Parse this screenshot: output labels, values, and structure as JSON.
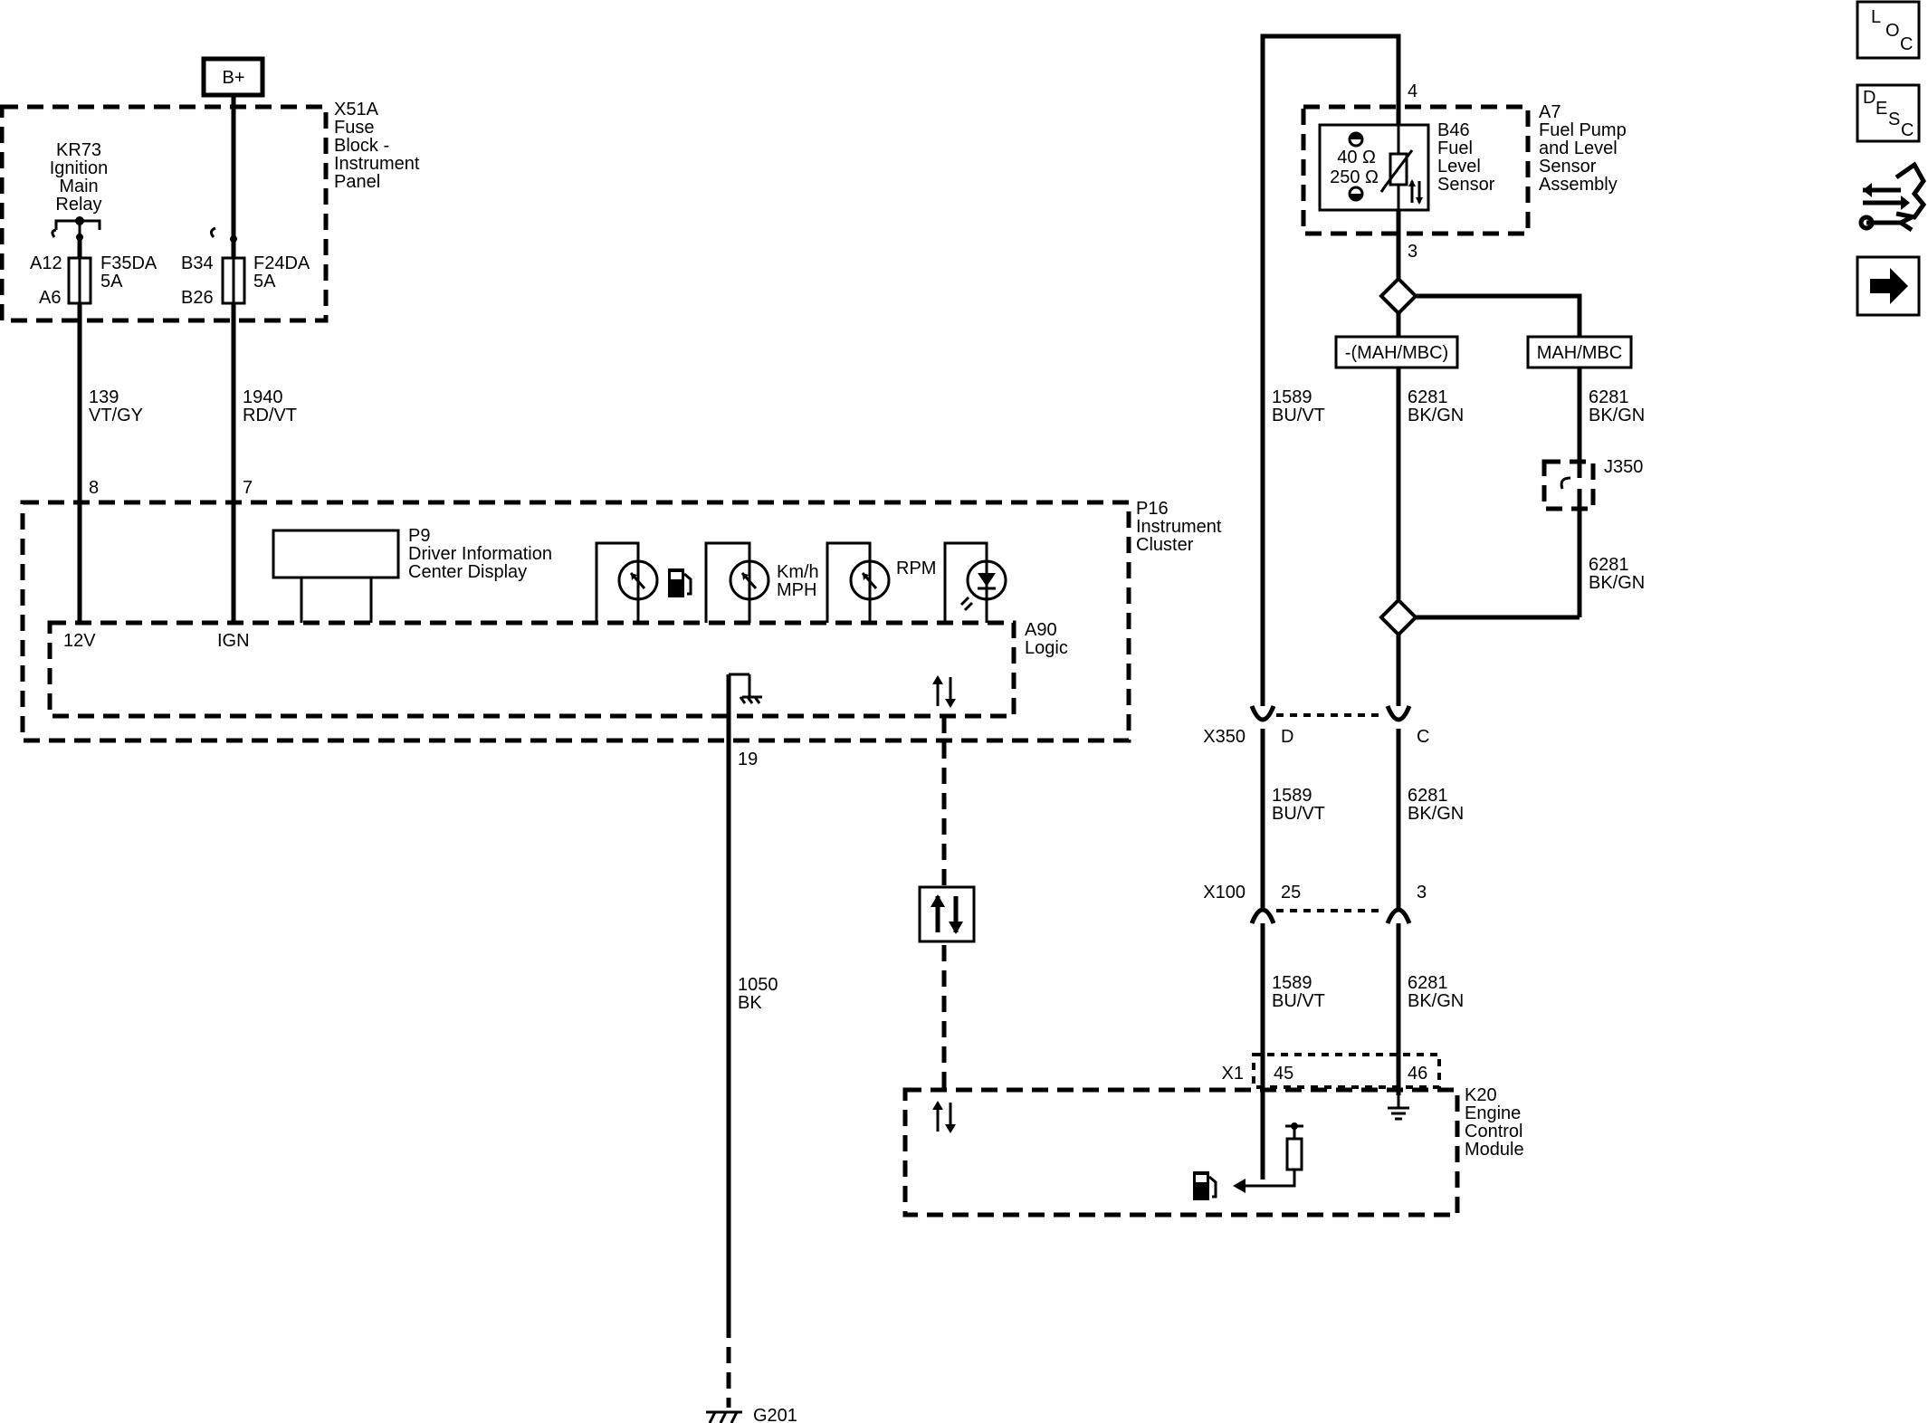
{
  "power": {
    "source": "B+"
  },
  "fuse_block": {
    "id": "X51A",
    "name": [
      "Fuse",
      "Block -",
      "Instrument",
      "Panel"
    ],
    "relay": {
      "id": "KR73",
      "name": [
        "Ignition",
        "Main",
        "Relay"
      ]
    },
    "fuses": [
      {
        "id": "F35DA",
        "rating": "5A",
        "pin_in": "A12",
        "pin_out": "A6"
      },
      {
        "id": "F24DA",
        "rating": "5A",
        "pin_in": "B34",
        "pin_out": "B26"
      }
    ]
  },
  "wires": {
    "w139": {
      "circuit": "139",
      "color": "VT/GY"
    },
    "w1940": {
      "circuit": "1940",
      "color": "RD/VT"
    },
    "w1589": {
      "circuit": "1589",
      "color": "BU/VT"
    },
    "w6281": {
      "circuit": "6281",
      "color": "BK/GN"
    },
    "w1050": {
      "circuit": "1050",
      "color": "BK"
    }
  },
  "cluster": {
    "id": "P16",
    "name": [
      "Instrument",
      "Cluster"
    ],
    "pin_12v": "8",
    "pin_ign": "7",
    "pin_gnd": "19",
    "dic": {
      "id": "P9",
      "name": [
        "Driver Information",
        "Center Display"
      ]
    },
    "gauge_speed": [
      "Km/h",
      "MPH"
    ],
    "gauge_rpm": "RPM",
    "logic": {
      "id": "A90",
      "name": "Logic",
      "in_12v": "12V",
      "in_ign": "IGN"
    }
  },
  "fuel_pump": {
    "id": "A7",
    "name": [
      "Fuel Pump",
      "and Level",
      "Sensor",
      "Assembly"
    ],
    "pin_top": "4",
    "pin_bottom": "3",
    "sensor": {
      "id": "B46",
      "name": [
        "Fuel",
        "Level",
        "Sensor"
      ],
      "r_full": "40 Ω",
      "r_empty": "250 Ω"
    }
  },
  "options": {
    "without": "-(MAH/MBC)",
    "with": "MAH/MBC"
  },
  "jumper": {
    "id": "J350"
  },
  "connectors": {
    "x350": {
      "id": "X350",
      "pin_a": "D",
      "pin_b": "C"
    },
    "x100": {
      "id": "X100",
      "pin_a": "25",
      "pin_b": "3"
    },
    "x1": {
      "id": "X1",
      "pin_a": "45",
      "pin_b": "46"
    }
  },
  "ecm": {
    "id": "K20",
    "name": [
      "Engine",
      "Control",
      "Module"
    ]
  },
  "ground": {
    "id": "G201"
  },
  "nav": {
    "loc": [
      "L",
      "O",
      "C"
    ],
    "desc": [
      "D",
      "E",
      "S",
      "C"
    ]
  }
}
